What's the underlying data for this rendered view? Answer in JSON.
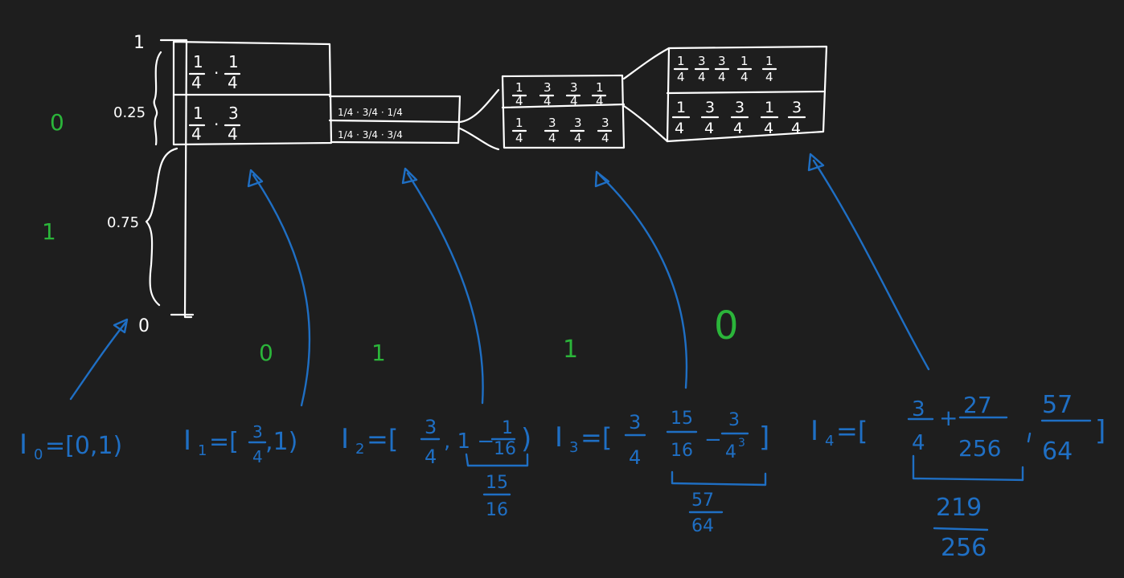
{
  "colors": {
    "background": "#1e1e1e",
    "ink": "#ffffff",
    "bit": "#2bb53a",
    "interval": "#1f6fc4"
  },
  "axis": {
    "top": "1",
    "bottom": "0",
    "p0": "0.25",
    "p1": "0.75"
  },
  "symbol_bits": {
    "zero": "0",
    "one": "1"
  },
  "sequence_bits": [
    "0",
    "1",
    "1",
    "0"
  ],
  "intervals": {
    "I0": {
      "name": "I",
      "sub": "0",
      "body": "=[0,1)"
    },
    "I1": {
      "name": "I",
      "sub": "1",
      "open": "=[",
      "lo_num": "3",
      "lo_den": "4",
      "close": ",1)"
    },
    "I2": {
      "name": "I",
      "sub": "2",
      "open": "=[",
      "lo_num": "3",
      "lo_den": "4",
      "mid": ", 1 −",
      "f_num": "1",
      "f_den": "16",
      "close": ")",
      "sum_num": "15",
      "sum_den": "16"
    },
    "I3": {
      "name": "I",
      "sub": "3",
      "open": "=[",
      "lo_num": "3",
      "lo_den": "4",
      "a_num": "15",
      "a_den": "16",
      "minus": "−",
      "b_num": "3",
      "b_den": "4",
      "b_exp": "3",
      "close": "]",
      "sum_num": "57",
      "sum_den": "64"
    },
    "I4": {
      "name": "I",
      "sub": "4",
      "open": "=[",
      "a_num": "3",
      "a_den": "4",
      "plus": "+",
      "b_num": "27",
      "b_den": "256",
      "hi_num": "57",
      "hi_den": "64",
      "close": "]",
      "sum_num": "219",
      "sum_den": "256"
    }
  },
  "boxes": {
    "s1_top": [
      "1",
      "4",
      "1",
      "4"
    ],
    "s1_bot": [
      "1",
      "4",
      "3",
      "4"
    ],
    "s2_top": "1/4 · 3/4 · 1/4",
    "s2_bot": "1/4 · 3/4 · 3/4",
    "s3_top": [
      "1",
      "4",
      "3",
      "4",
      "3",
      "4",
      "1",
      "4"
    ],
    "s3_bot": [
      "1",
      "4",
      "3",
      "4",
      "3",
      "4",
      "3",
      "4"
    ],
    "s4_top": [
      "1",
      "4",
      "3",
      "4",
      "3",
      "4",
      "1",
      "4",
      "1",
      "4"
    ],
    "s4_bot": [
      "1",
      "4",
      "3",
      "4",
      "3",
      "4",
      "1",
      "4",
      "3",
      "4"
    ]
  },
  "dot": "·"
}
